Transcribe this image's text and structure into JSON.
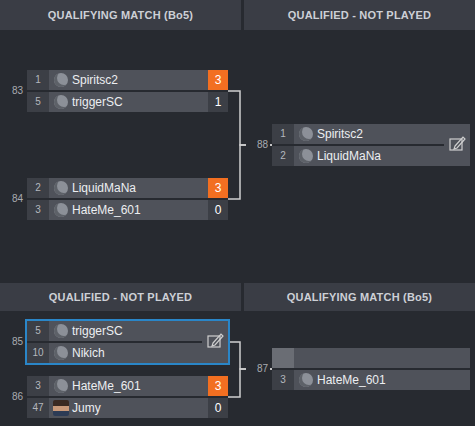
{
  "diagram": {
    "nodes": [
      {
        "text": [
          "83"
        ]
      },
      {
        "text": [
          "1",
          "Spiritsc2",
          "3"
        ],
        "in": 0
      },
      {
        "text": [
          "5",
          "triggerSC",
          "1"
        ],
        "in": 0
      },
      {
        "text": [
          "84"
        ]
      },
      {
        "text": [
          "2",
          "LiquidMaNa",
          "3"
        ],
        "in": 3
      },
      {
        "text": [
          "3",
          "HateMe_601",
          "0"
        ],
        "in": 3
      },
      {
        "text": [
          "88"
        ]
      },
      {
        "text": [
          "1",
          "Spiritsc2"
        ],
        "in": 6
      },
      {
        "text": [
          "2",
          "LiquidMaNa"
        ],
        "in": 6
      },
      {
        "text": [
          "85"
        ]
      },
      {
        "text": [
          "5",
          "triggerSC"
        ],
        "in": 9
      },
      {
        "text": [
          "10",
          "Nikich"
        ],
        "in": 9
      },
      {
        "text": [
          "86"
        ]
      },
      {
        "text": [
          "3",
          "HateMe_601",
          "3"
        ],
        "in": 12
      },
      {
        "text": [
          "47",
          "Jumy",
          "0"
        ],
        "in": 12
      },
      {
        "text": [
          "87"
        ]
      },
      {
        "text": [
          "3",
          "HateMe_601"
        ],
        "in": 15
      }
    ],
    "edges": [
      {
        "from": 0,
        "to": 6,
        "arrow": "none"
      },
      {
        "from": 3,
        "to": 6,
        "arrow": "none"
      },
      {
        "from": 9,
        "to": 15,
        "arrow": "none"
      },
      {
        "from": 12,
        "to": 15,
        "arrow": "none"
      }
    ],
    "labels": [
      "QUALIFYING MATCH (Bo5)",
      "QUALIFIED - NOT PLAYED",
      "QUALIFIED - NOT PLAYED",
      "QUALIFYING MATCH (Bo5)"
    ]
  }
}
